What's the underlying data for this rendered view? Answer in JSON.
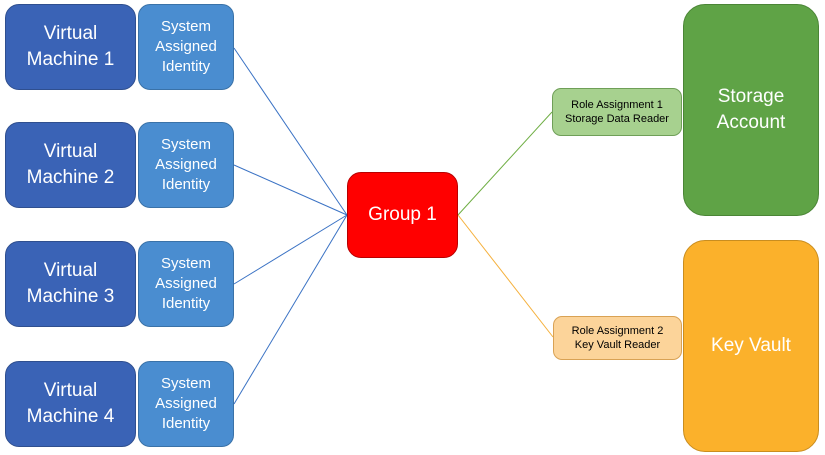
{
  "colors": {
    "vm": "#3a63b6",
    "identity": "#4a8dd0",
    "group": "#ff0000",
    "storage": "#5fa346",
    "key_vault": "#fbb12b",
    "role_storage": "#a7d18f",
    "role_key_vault": "#fcd49a",
    "line_blue": "#3a72c4",
    "line_green": "#6fae44",
    "line_orange": "#f5b03c"
  },
  "virtual_machines": [
    {
      "label": "Virtual\nMachine  1",
      "identity": "System\nAssigned\nIdentity"
    },
    {
      "label": "Virtual\nMachine  2",
      "identity": "System\nAssigned\nIdentity"
    },
    {
      "label": "Virtual\nMachine  3",
      "identity": "System\nAssigned\nIdentity"
    },
    {
      "label": "Virtual\nMachine  4",
      "identity": "System\nAssigned\nIdentity"
    }
  ],
  "group": {
    "label": "Group 1"
  },
  "role_assignments": [
    {
      "label": "Role Assignment 1\nStorage Data Reader"
    },
    {
      "label": "Role Assignment 2\nKey Vault Reader"
    }
  ],
  "resources": {
    "storage": "Storage\nAccount",
    "key_vault": "Key Vault"
  }
}
